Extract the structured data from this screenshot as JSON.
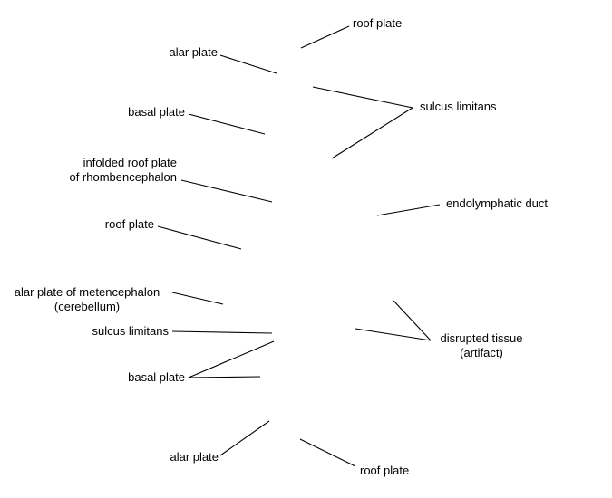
{
  "labels": {
    "roof_plate_top": "roof plate",
    "alar_plate_top": "alar plate",
    "basal_plate_top": "basal plate",
    "sulcus_limitans_top": "sulcus limitans",
    "infolded_roof_plate_line1": "infolded roof plate",
    "infolded_roof_plate_line2": "of rhombencephalon",
    "endolymphatic_duct": "endolymphatic duct",
    "roof_plate_middle": "roof plate",
    "alar_plate_metencephalon_line1": "alar plate of metencephalon",
    "alar_plate_metencephalon_line2": "(cerebellum)",
    "sulcus_limitans_bottom": "sulcus limitans",
    "basal_plate_bottom": "basal plate",
    "disrupted_tissue_line1": "disrupted tissue",
    "disrupted_tissue_line2": "(artifact)",
    "alar_plate_bottom": "alar plate",
    "roof_plate_bottom": "roof plate"
  },
  "colors": {
    "line": "#000000",
    "text": "#000000",
    "background": "#ffffff"
  }
}
